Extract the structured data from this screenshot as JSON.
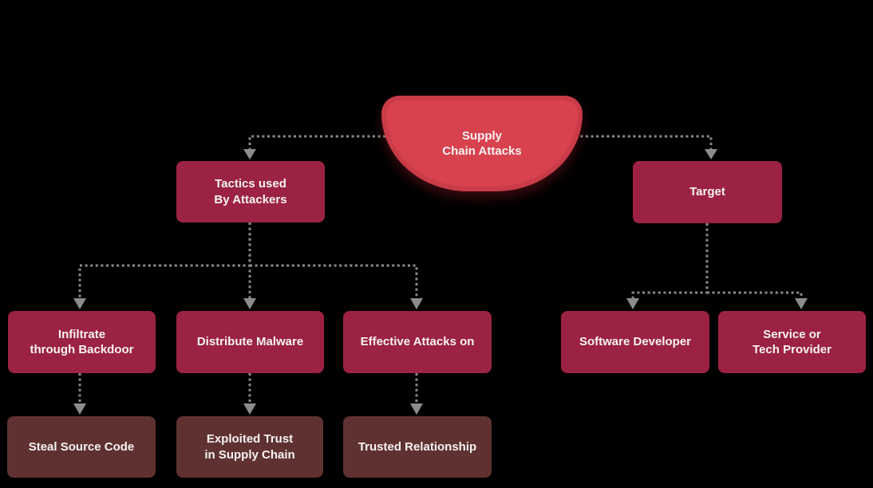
{
  "diagram_title": "Supply Chain Attacks",
  "colors": {
    "background": "#000000",
    "root_fill": "#d8424f",
    "root_edge": "#c83b47",
    "branch_fill": "#9b2242",
    "leaf_fill": "#5f3231",
    "connector": "#8c8c8c",
    "text": "#f7f3f2"
  },
  "nodes": {
    "root": {
      "label": "Supply\nChain Attacks"
    },
    "tactics": {
      "label": "Tactics used\nBy Attackers"
    },
    "target": {
      "label": "Target"
    },
    "infiltrate": {
      "label": "Infiltrate\nthrough Backdoor"
    },
    "distribute": {
      "label": "Distribute Malware"
    },
    "effective": {
      "label": "Effective Attacks on"
    },
    "software_developer": {
      "label": "Software Developer"
    },
    "service_provider": {
      "label": "Service or\nTech Provider"
    },
    "steal_source": {
      "label": "Steal Source Code"
    },
    "exploited_trust": {
      "label": "Exploited Trust\nin Supply Chain"
    },
    "trusted_relationship": {
      "label": "Trusted Relationship"
    }
  }
}
